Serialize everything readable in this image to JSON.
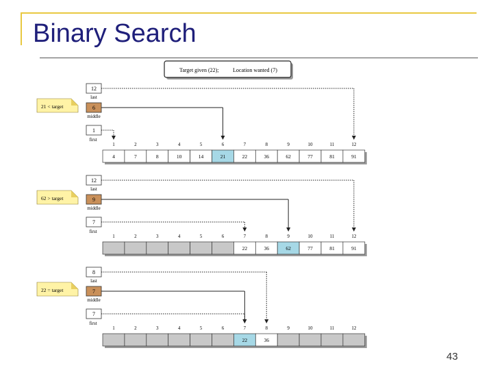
{
  "slide": {
    "title": "Binary Search",
    "page_number": "43",
    "colors": {
      "accent_line": "#e8c840",
      "title_text": "#1f1f7a"
    }
  },
  "diagram": {
    "header_box": {
      "left_text": "Target given (22);",
      "right_text": "Location wanted (7)"
    },
    "array_values": [
      "4",
      "7",
      "8",
      "10",
      "14",
      "21",
      "22",
      "36",
      "62",
      "77",
      "81",
      "91"
    ],
    "indices": [
      "1",
      "2",
      "3",
      "4",
      "5",
      "6",
      "7",
      "8",
      "9",
      "10",
      "11",
      "12"
    ],
    "var_labels": {
      "last": "last",
      "middle": "middle",
      "first": "first"
    },
    "colors": {
      "middle_box": "#c9905a",
      "middle_array_cell": "#a6d8e6",
      "excluded_cell": "#c8c8c8",
      "note_fill": "#fff3a6",
      "note_fold": "#e8cf60"
    },
    "steps": [
      {
        "note": "21 < target",
        "last": "12",
        "middle": "6",
        "first": "1",
        "active_from": 1,
        "active_to": 12,
        "middle_index": 6
      },
      {
        "note": "62 > target",
        "last": "12",
        "middle": "9",
        "first": "7",
        "active_from": 7,
        "active_to": 12,
        "middle_index": 9
      },
      {
        "note": "22 = target",
        "last": "8",
        "middle": "7",
        "first": "7",
        "active_from": 7,
        "active_to": 8,
        "middle_index": 7
      }
    ]
  }
}
